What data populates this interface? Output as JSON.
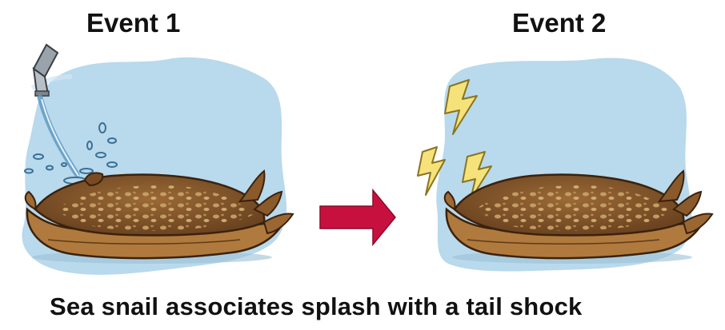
{
  "diagram": {
    "event1": {
      "title": "Event 1",
      "stimulus": "water-splash"
    },
    "event2": {
      "title": "Event 2",
      "stimulus": "electric-shock"
    },
    "caption": "Sea snail associates splash with a tail shock",
    "colors": {
      "backdrop": "#b9d9ec",
      "snail_body": "#8a5a2b",
      "snail_dark": "#4a2c12",
      "snail_spots": "#c9a46a",
      "arrow": "#c8103e",
      "shock": "#f5e27a",
      "water": "#6fa9cf"
    }
  }
}
